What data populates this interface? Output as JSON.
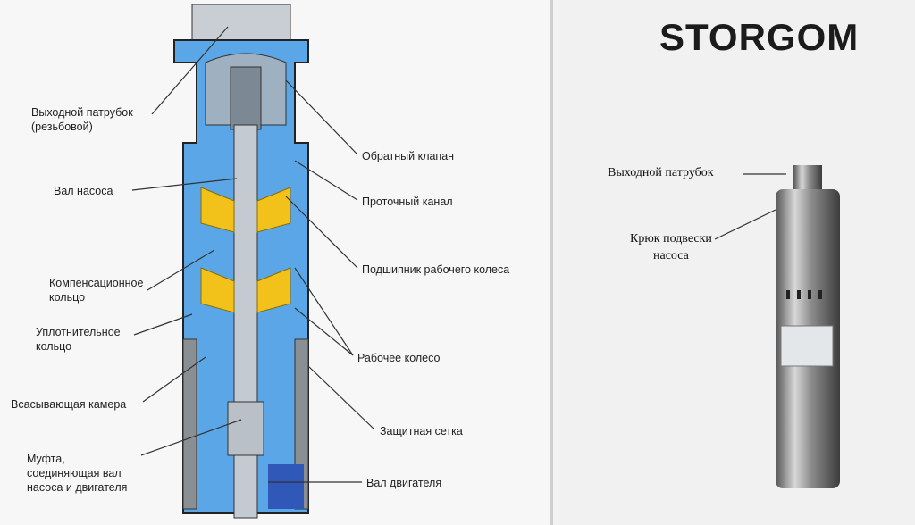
{
  "brand": "STORGOM",
  "diagram_labels": {
    "outlet_threaded": "Выходной патрубок\n(резьбовой)",
    "pump_shaft": "Вал насоса",
    "compensation_ring": "Компенсационное\nкольцо",
    "sealing_ring": "Уплотнительное\nкольцо",
    "suction_chamber": "Всасывающая камера",
    "coupling": "Муфта,\nсоединяющая вал\nнасоса и двигателя",
    "check_valve": "Обратный клапан",
    "flow_channel": "Проточный канал",
    "impeller_bearing": "Подшипник рабочего колеса",
    "impeller": "Рабочее колесо",
    "protective_mesh": "Защитная сетка",
    "motor_shaft": "Вал двигателя"
  },
  "photo_labels": {
    "outlet": "Выходной патрубок",
    "hook": "Крюк подвески\nнасоса"
  },
  "colors": {
    "water": "#5aa6e6",
    "impeller": "#f2c21a",
    "metal": "#a9b2bc"
  }
}
